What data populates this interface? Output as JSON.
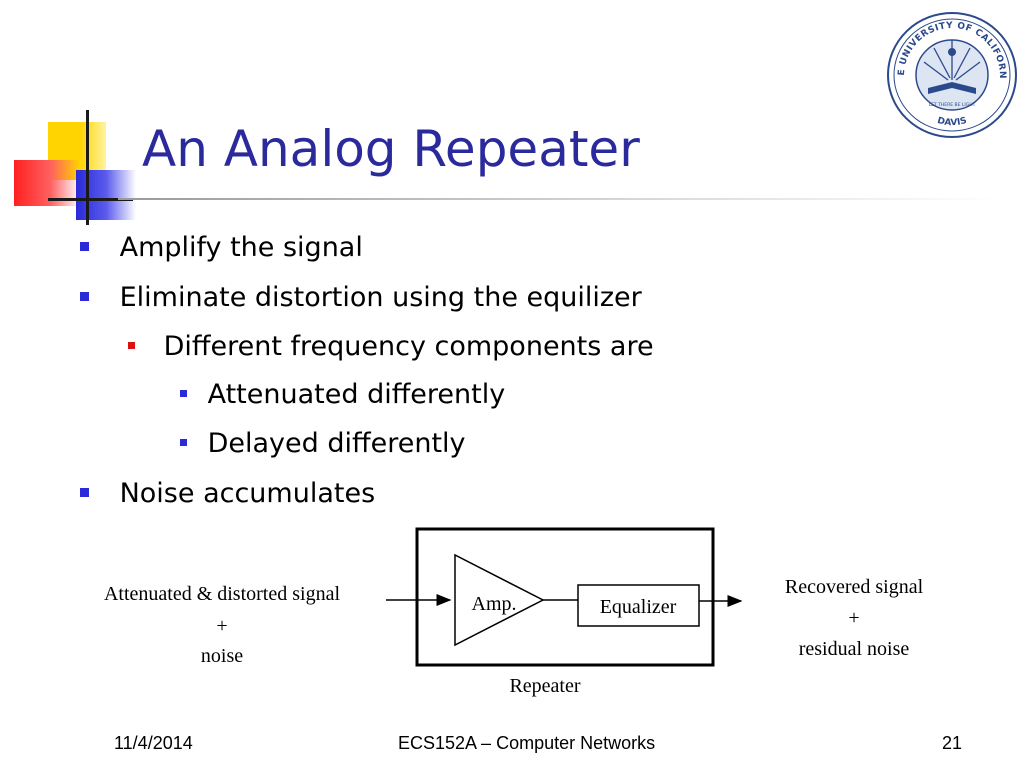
{
  "slide": {
    "title": "An Analog Repeater",
    "bullets": {
      "b1": "Amplify the signal",
      "b2": "Eliminate distortion using the equilizer",
      "b2_sub": "Different frequency components are",
      "b2_sub_1": "Attenuated differently",
      "b2_sub_2": "Delayed differently",
      "b3": "Noise accumulates"
    },
    "colors": {
      "title": "#2a2a9c",
      "bullet_level1": "#2a2ad8",
      "bullet_level2": "#dd1010",
      "seal": "#2b4a8c"
    }
  },
  "diagram": {
    "input_line1": "Attenuated & distorted signal",
    "input_line2": "+",
    "input_line3": "noise",
    "amp_label": "Amp.",
    "equalizer_label": "Equalizer",
    "repeater_label": "Repeater",
    "output_line1": "Recovered signal",
    "output_line2": "+",
    "output_line3": "residual noise"
  },
  "logo": {
    "ring_top": "THE UNIVERSITY OF CALIFORNIA",
    "ring_bottom": "DAVIS",
    "motto": "LET THERE BE LIGHT",
    "icon": "university-seal"
  },
  "footer": {
    "date": "11/4/2014",
    "course": "ECS152A – Computer Networks",
    "page": "21"
  }
}
